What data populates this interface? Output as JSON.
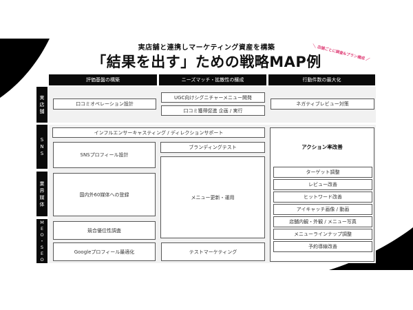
{
  "header": {
    "subtitle": "実店舗と連携しマーケティング資産を構築",
    "title": "「結果を出す」ための戦略MAP例",
    "annotation": "＼ 店舗ごとに調査&プラン構成 ／",
    "annotation_color": "#e0457b"
  },
  "columns": [
    {
      "label": "評価基盤の構築"
    },
    {
      "label": "ニーズマッチ・拡散性の醸成"
    },
    {
      "label": "行動件数の最大化"
    }
  ],
  "rows": [
    {
      "label_chars": [
        "実",
        "店",
        "舗"
      ]
    },
    {
      "label_chars": [
        "S",
        "N",
        "S"
      ]
    },
    {
      "label_chars": [
        "業",
        "界",
        "媒",
        "体"
      ]
    },
    {
      "label_chars": [
        "M",
        "E",
        "O",
        "・",
        "S",
        "E",
        "O"
      ]
    }
  ],
  "cells": {
    "store_eval": "口コミオペレーション設計",
    "store_needs_1": "UGC向けシグニチャーメニュー開発",
    "store_needs_2": "口コミ獲得促進 企画 / 実行",
    "store_action": "ネガティブレビュー対策",
    "influencer": "インフルエンサーキャスティング / ディレクションサポート",
    "sns_profile": "SNSプロフィール設計",
    "branding_test": "ブランディングテスト",
    "media_registration": "国内外60媒体への登録",
    "menu_update": "メニュー更新・運用",
    "competitor_research": "競合優位性調査",
    "google_profile": "Googleプロフィール最適化",
    "test_marketing": "テストマーケティング",
    "action_rate_title": "アクション率改善",
    "action_items": [
      "ターゲット調整",
      "レビュー改善",
      "ヒットワード改善",
      "アイキャッチ画像 / 動画",
      "店舗内観・外観 / メニュー写真",
      "メニューラインナップ調整",
      "予約導線改善"
    ]
  },
  "colors": {
    "header_bg": "#0a0a0a",
    "band_bg": "#f1f1f1",
    "border": "#555555"
  }
}
